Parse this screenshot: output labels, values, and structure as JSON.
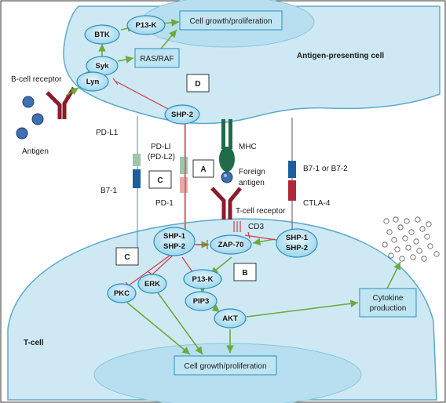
{
  "colors": {
    "cell_fill": "#cfe9f4",
    "cell_stroke": "#5aa9cc",
    "node_fill": "#bfe5f3",
    "node_stroke": "#2a8fbf",
    "activation_arrow": "#6aaa3a",
    "inhibition_line": "#d23a4a",
    "receptor_dark": "#8a1c2c",
    "mhc_green": "#1f6b4a",
    "pd1_pink": "#e7a9a6",
    "pdl_green": "#9cc7ad",
    "b7_blue": "#1d5f9c",
    "antigen_blue": "#3e6fb0"
  },
  "labels": {
    "apc": "Antigen-presenting cell",
    "tcell": "T-cell",
    "bcr": "B-cell receptor",
    "antigen": "Antigen",
    "pdl1": "PD-L1",
    "pdli_l1": "PD-LI",
    "pdli_l2": "(PD-L2)",
    "b7_1": "B7-1",
    "pd1": "PD-1",
    "mhc": "MHC",
    "foreign_l1": "Foreign",
    "foreign_l2": "antigen",
    "tcr": "T-cell receptor",
    "cd3": "CD3",
    "b7_12": "B7-1 or B7-2",
    "ctla4": "CTLA-4"
  },
  "boxes": {
    "growth_top": "Cell growth/proliferation",
    "rasraf": "RAS/RAF",
    "growth_bottom": "Cell growth/proliferation",
    "cytokine_l1": "Cytokine",
    "cytokine_l2": "production",
    "A": "A",
    "B": "B",
    "C1": "C",
    "C2": "C",
    "D": "D"
  },
  "nodes": {
    "btk": "BTK",
    "p13k_top": "P13-K",
    "syk": "Syk",
    "lyn": "Lyn",
    "shp2_top": "SHP-2",
    "shp1_left_a": "SHP-1",
    "shp1_left_b": "SHP-2",
    "zap70": "ZAP-70",
    "shp_right_a": "SHP-1",
    "shp_right_b": "SHP-2",
    "pkc": "PKC",
    "erk": "ERK",
    "p13k_bot": "P13-K",
    "pip3": "PIP3",
    "akt": "AKT"
  }
}
